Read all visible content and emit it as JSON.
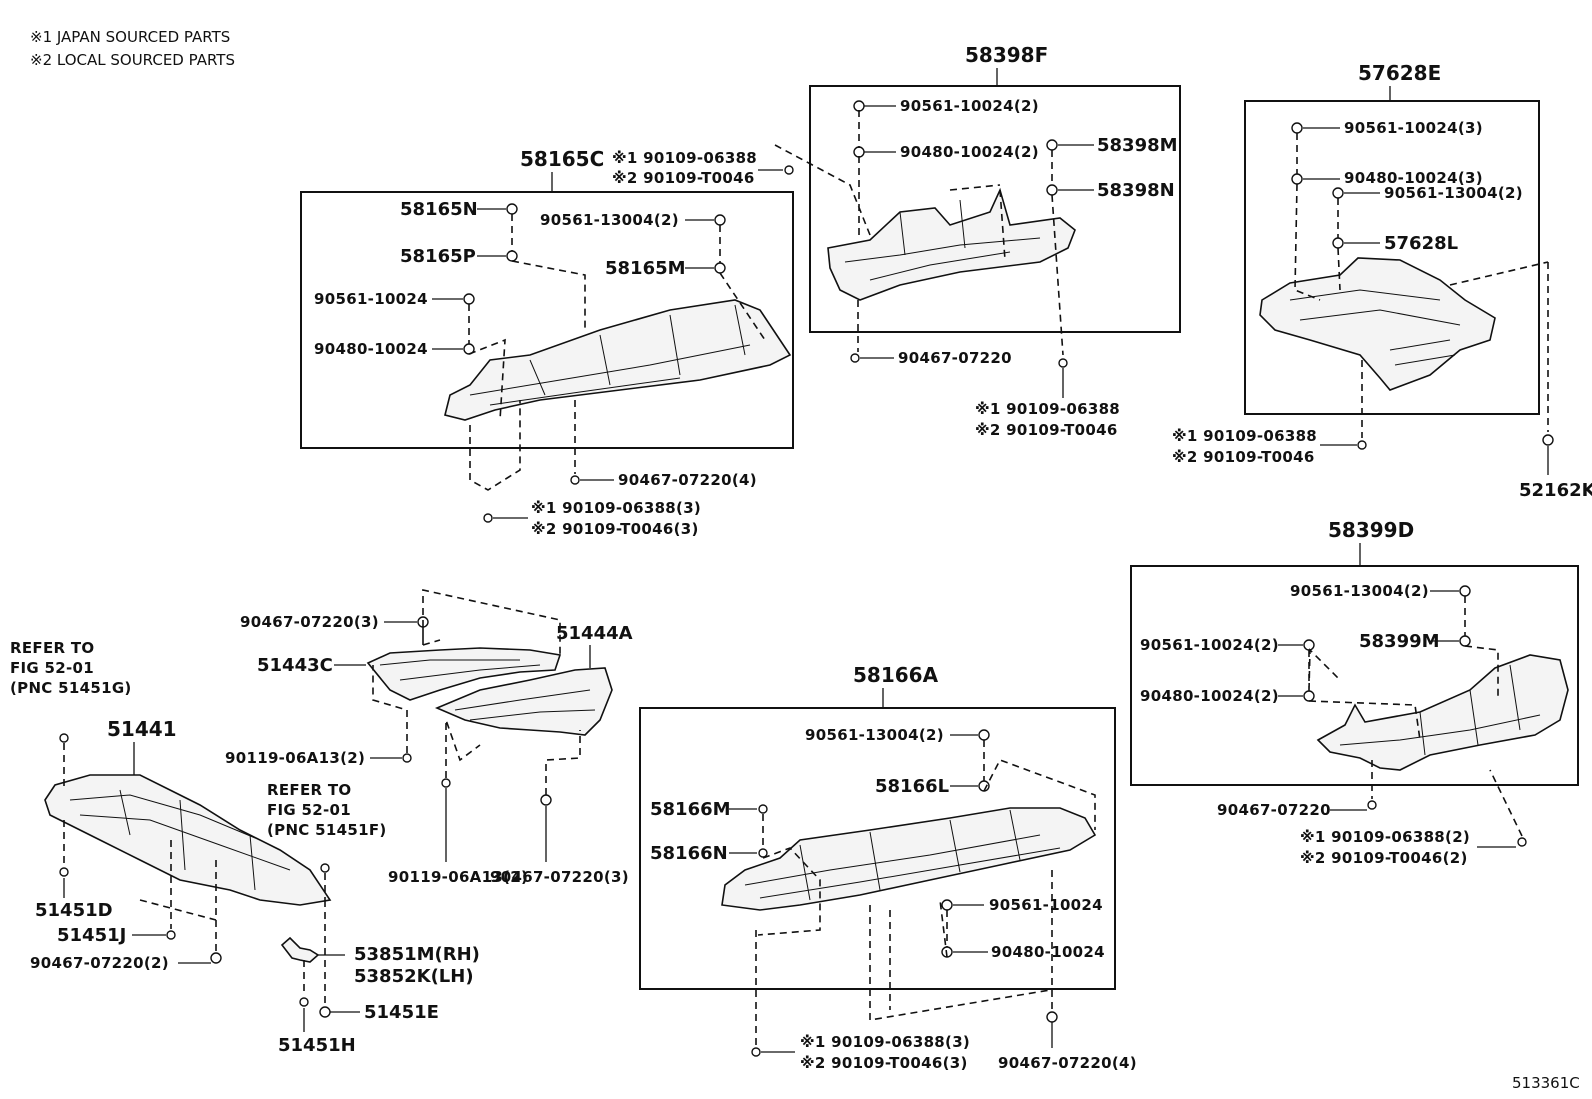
{
  "notes": {
    "japan": "※1 JAPAN SOURCED PARTS",
    "local": "※2 LOCAL SOURCED PARTS"
  },
  "figure_id": "513361C",
  "groups": {
    "g58398F": {
      "title": "58398F",
      "l1": "90561-10024(2)",
      "l2": "90480-10024(2)",
      "l3": "58398M",
      "l4": "58398N",
      "l5": "90467-07220",
      "l6": "※1 90109-06388",
      "l7": "※2 90109-T0046"
    },
    "g57628E": {
      "title": "57628E",
      "l1": "90561-10024(3)",
      "l2": "90480-10024(3)",
      "l3": "90561-13004(2)",
      "l4": "57628L",
      "l5": "※1 90109-06388",
      "l6": "※2 90109-T0046",
      "l7": "52162K"
    },
    "g58165C": {
      "title": "58165C",
      "l1": "※1 90109-06388",
      "l2": "※2 90109-T0046",
      "l3": "58165N",
      "l4": "90561-13004(2)",
      "l5": "58165P",
      "l6": "58165M",
      "l7": "90561-10024",
      "l8": "90480-10024",
      "l9": "90467-07220(4)",
      "l10": "※1 90109-06388(3)",
      "l11": "※2 90109-T0046(3)"
    },
    "g58399D": {
      "title": "58399D",
      "l1": "90561-13004(2)",
      "l2": "90561-10024(2)",
      "l3": "58399M",
      "l4": "90480-10024(2)",
      "l5": "90467-07220",
      "l6": "※1 90109-06388(2)",
      "l7": "※2 90109-T0046(2)"
    },
    "g5144": {
      "l1": "90467-07220(3)",
      "l2": "51444A",
      "l3": "51443C",
      "l4": "90119-06A13(2)",
      "l5": "90119-06A13(2)",
      "l6": "90467-07220(3)"
    },
    "g51441": {
      "ref1a": "REFER TO",
      "ref1b": "FIG 52-01",
      "ref1c": "(PNC 51451G)",
      "title": "51441",
      "ref2a": "REFER TO",
      "ref2b": "FIG 52-01",
      "ref2c": "(PNC 51451F)",
      "l1": "51451D",
      "l2": "51451J",
      "l3": "90467-07220(2)",
      "l4": "53851M(RH)",
      "l5": "53852K(LH)",
      "l6": "51451E",
      "l7": "51451H"
    },
    "g58166A": {
      "title": "58166A",
      "l1": "90561-13004(2)",
      "l2": "58166L",
      "l3": "58166M",
      "l4": "58166N",
      "l5": "90561-10024",
      "l6": "90480-10024",
      "l7": "※1 90109-06388(3)",
      "l8": "※2 90109-T0046(3)",
      "l9": "90467-07220(4)"
    }
  }
}
